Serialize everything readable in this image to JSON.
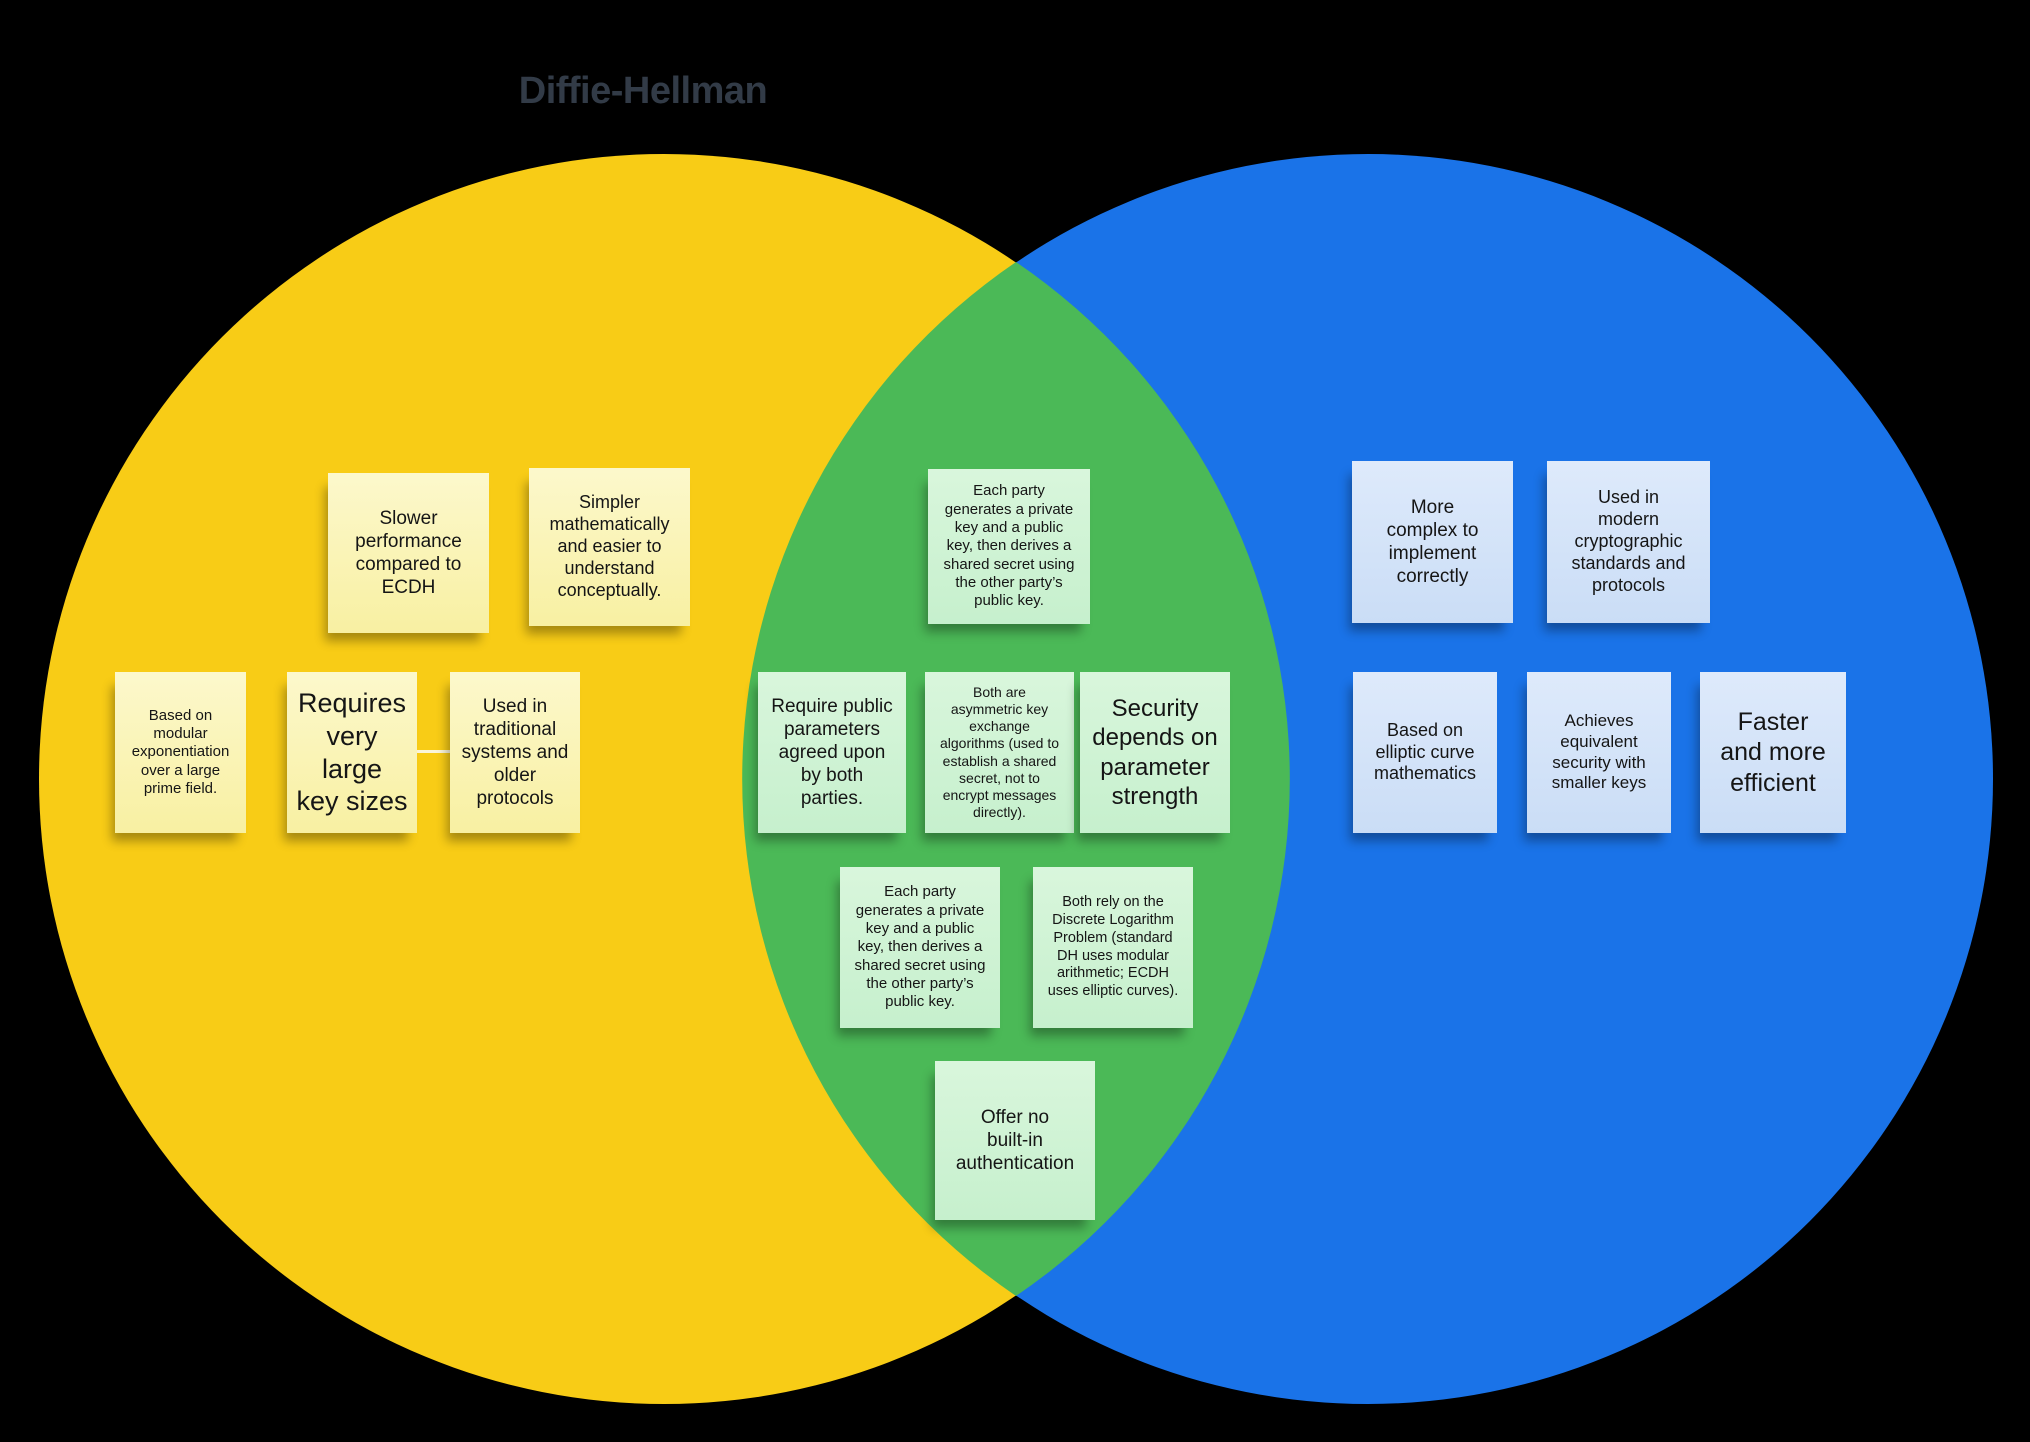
{
  "title": "Diffie-Hellman",
  "colors": {
    "background": "#000000",
    "left_circle": "#F8CC16",
    "right_circle": "#1A73E8",
    "intersection": "#4BB957",
    "note_yellow": "#F8F0A2",
    "note_green": "#C6F0CD",
    "note_blue": "#CADDF6",
    "title_text": "#323B47"
  },
  "regions": {
    "left_label": "Diffie-Hellman",
    "left_notes": [
      "Slower\nperformance\ncompared to\nECDH",
      "Simpler\nmathematically\nand easier to\nunderstand\nconceptually.",
      "Based on\nmodular\nexponentiation\nover a large\nprime field.",
      "Requires\nvery large\nkey sizes",
      "Used in\ntraditional\nsystems and\nolder\nprotocols"
    ],
    "shared_notes": [
      "Each party\ngenerates a private\nkey and a public\nkey, then derives a\nshared secret using\nthe other party’s\npublic key.",
      "Require public\nparameters\nagreed upon\nby both\nparties.",
      "Both are\nasymmetric key\nexchange\nalgorithms (used to\nestablish a shared\nsecret, not to\nencrypt messages\ndirectly).",
      "Security\ndepends on\nparameter\nstrength",
      "Each party\ngenerates a private\nkey and a public\nkey, then derives a\nshared secret using\nthe other party’s\npublic key.",
      "Both rely on the\nDiscrete Logarithm\nProblem (standard\nDH uses modular\narithmetic; ECDH\nuses elliptic curves).",
      "Offer no\nbuilt-in\nauthentication"
    ],
    "right_notes": [
      "More\ncomplex to\nimplement\ncorrectly",
      "Used in\nmodern\ncryptographic\nstandards and\nprotocols",
      "Based on\nelliptic curve\nmathematics",
      "Achieves\nequivalent\nsecurity with\nsmaller keys",
      "Faster\nand more\nefficient"
    ]
  }
}
